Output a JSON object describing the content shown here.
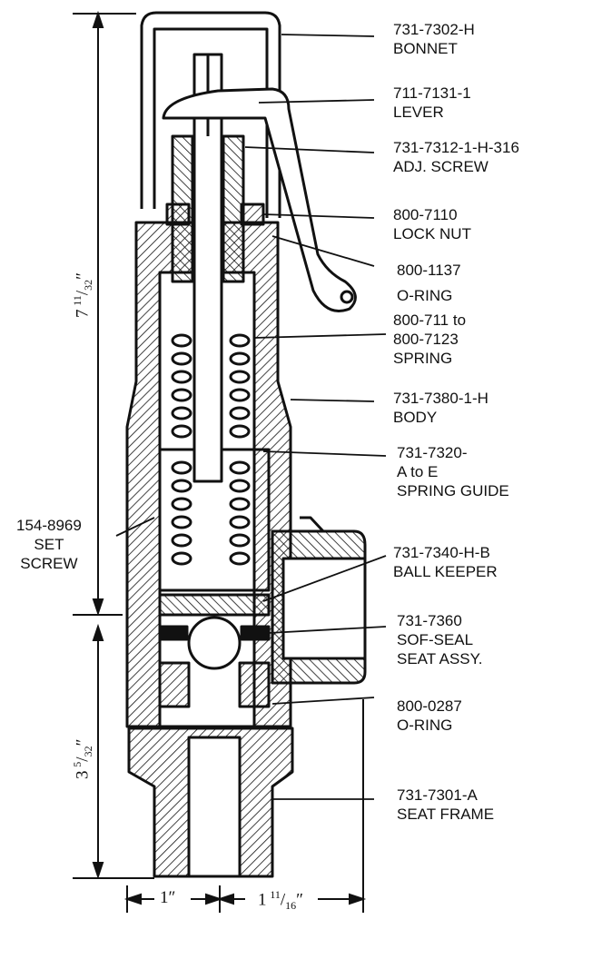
{
  "parts": [
    {
      "number": "731-7302-H",
      "name": "BONNET"
    },
    {
      "number": "711-7131-1",
      "name": "LEVER"
    },
    {
      "number": "731-7312-1-H-316",
      "name": "ADJ. SCREW"
    },
    {
      "number": "800-7110",
      "name": "LOCK NUT"
    },
    {
      "number": "800-1137",
      "name": "O-RING"
    },
    {
      "number": "800-711 to",
      "name": "800-7123",
      "extra": "SPRING"
    },
    {
      "number": "731-7380-1-H",
      "name": "BODY"
    },
    {
      "number": "731-7320-",
      "name": "A to E",
      "extra": "SPRING GUIDE"
    },
    {
      "number": "731-7340-H-B",
      "name": "BALL KEEPER"
    },
    {
      "number": "731-7360",
      "name": "SOF-SEAL",
      "extra": "SEAT ASSY."
    },
    {
      "number": "800-0287",
      "name": "O-RING"
    },
    {
      "number": "731-7301-A",
      "name": "SEAT FRAME"
    }
  ],
  "side_label": {
    "line1": "154-8969",
    "line2": "SET",
    "line3": "SCREW"
  },
  "dimensions": {
    "upper_height": {
      "whole": "7",
      "num": "11",
      "den": "32",
      "unit": "″"
    },
    "lower_height": {
      "whole": "3",
      "num": "5",
      "den": "32",
      "unit": "″"
    },
    "left_width": {
      "text": "1″"
    },
    "right_width": {
      "whole": "1",
      "num": "11",
      "den": "16",
      "unit": "″"
    }
  },
  "colors": {
    "ink": "#111111",
    "paper": "#ffffff"
  }
}
